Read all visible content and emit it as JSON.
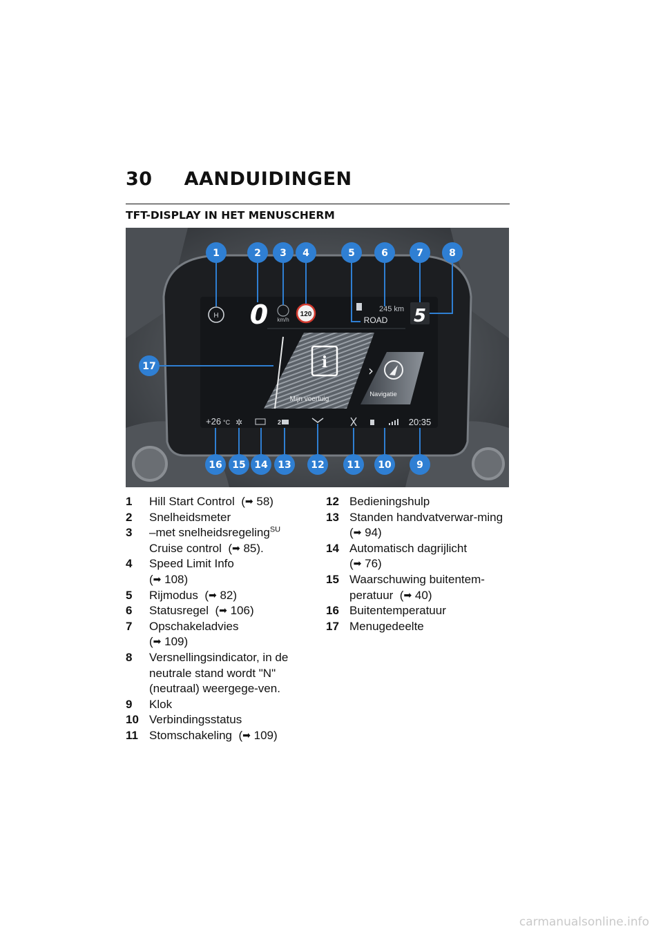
{
  "page": {
    "number": "30",
    "chapter": "AANDUIDINGEN",
    "section": "TFT-DISPLAY IN HET MENUSCHERM"
  },
  "display": {
    "speed": "0",
    "speed_unit": "km/h",
    "speed_limit": "120",
    "range": "245 km",
    "ride_mode": "ROAD",
    "gear": "5",
    "menu_left": "Mijn voertuig",
    "menu_right": "Navigatie",
    "temperature": "+26",
    "temperature_unit": "°C",
    "clock": "20:35",
    "grip_level": "2"
  },
  "callouts": [
    "1",
    "2",
    "3",
    "4",
    "5",
    "6",
    "7",
    "8",
    "9",
    "10",
    "11",
    "12",
    "13",
    "14",
    "15",
    "16",
    "17"
  ],
  "legend_left": [
    {
      "num": "1",
      "text": "Hill Start Control",
      "ref": "58)"
    },
    {
      "num": "2",
      "text": "Snelheidsmeter"
    },
    {
      "num": "3",
      "text": "–met snelheidsregeling",
      "sup": "SU",
      "text2": "Cruise control",
      "ref": "85)."
    },
    {
      "num": "4",
      "text": "Speed Limit Info",
      "ref": "108)"
    },
    {
      "num": "5",
      "text": "Rijmodus",
      "ref": "82)"
    },
    {
      "num": "6",
      "text": "Statusregel",
      "ref": "106)"
    },
    {
      "num": "7",
      "text": "Opschakeladvies",
      "ref": "109)"
    },
    {
      "num": "8",
      "text": "Versnellingsindicator, in de neutrale stand wordt \"N\" (neutraal) weergege-ven."
    },
    {
      "num": "9",
      "text": "Klok"
    },
    {
      "num": "10",
      "text": "Verbindingsstatus"
    },
    {
      "num": "11",
      "text": "Stomschakeling",
      "ref": "109)"
    }
  ],
  "legend_right": [
    {
      "num": "12",
      "text": "Bedieningshulp"
    },
    {
      "num": "13",
      "text": "Standen handvatverwar-ming",
      "ref": "94)"
    },
    {
      "num": "14",
      "text": "Automatisch dagrijlicht",
      "ref": "76)"
    },
    {
      "num": "15",
      "text": "Waarschuwing buitentem-peratuur",
      "ref": "40)"
    },
    {
      "num": "16",
      "text": "Buitentemperatuur"
    },
    {
      "num": "17",
      "text": "Menugedeelte"
    }
  ],
  "footer": "carmanualsonline.info",
  "colors": {
    "callout": "#2f7fd3",
    "screen": "#141619",
    "text": "#111111"
  }
}
